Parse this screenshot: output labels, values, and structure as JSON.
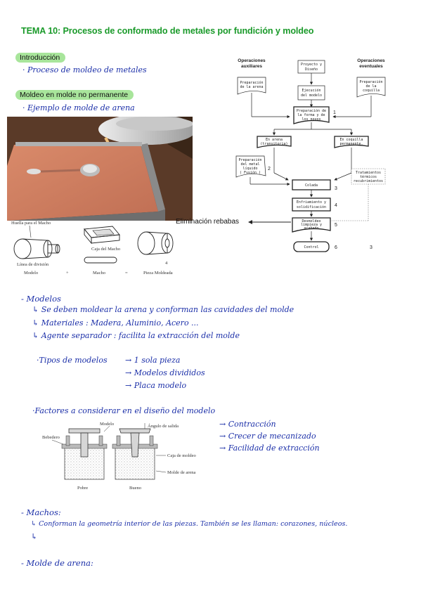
{
  "title": "TEMA 10: Procesos de conformado de metales por fundición y moldeo",
  "sections": {
    "intro_label": "Introducción",
    "intro_item": "· Proceso de moldeo de metales",
    "moldeo_label": "Moldeo en molde no permanente",
    "moldeo_item": "· Ejemplo de molde de arena"
  },
  "flowchart": {
    "header_left": [
      "Operaciones",
      "auxiliares"
    ],
    "header_right": [
      "Operaciones",
      "eventuales"
    ],
    "boxes": {
      "proyecto": [
        "Proyecto y",
        "Diseño"
      ],
      "prep_arena": [
        "Preparación",
        "de la arena"
      ],
      "ejecucion": [
        "Ejecución",
        "del modelo"
      ],
      "prep_coquilla": [
        "Preparación",
        "de la",
        "coquilla"
      ],
      "prep_forma": [
        "Preparación de",
        "la forma y de",
        "los noyos"
      ],
      "arena_trans": [
        "En arena",
        "(transitoria)"
      ],
      "coquilla_perm": [
        "En coquilla",
        "permanente."
      ],
      "prep_metal": [
        "Preparación",
        "del metal",
        "líquido",
        "( Fusión )"
      ],
      "tratamientos": [
        "Tratamientos",
        "térmicos",
        "recubrimientos"
      ],
      "colada": [
        "Colada"
      ],
      "enfriamiento": [
        "Enfriamiento y",
        "solidificación"
      ],
      "desmoldeo": [
        "Desmoldeo",
        "limpieza y",
        "acabado"
      ],
      "control": [
        "Control"
      ]
    },
    "numbers": [
      "1",
      "2",
      "3",
      "4",
      "5",
      "6",
      "3"
    ],
    "elimination_label": "Eliminación rebabas"
  },
  "core_figure": {
    "labels": {
      "huella": "Huella para el Macho",
      "caja": "Caja del Macho",
      "linea": "Línea de división",
      "modelo": "Modelo",
      "macho": "Macho",
      "pieza": "Pieza Moldeada",
      "plus": "+",
      "equals": "=",
      "fig_number": "4"
    }
  },
  "notes": {
    "modelos_title": "- Modelos",
    "modelos_lines": [
      "↳ Se deben moldear la arena y conforman las cavidades del molde",
      "↳ Materiales : Madera, Aluminio, Acero ...",
      "↳ Agente separador : facilita la extracción del molde"
    ],
    "tipos_label": "·Tipos de modelos",
    "tipos": [
      "→ 1 sola pieza",
      "→ Modelos divididos",
      "→ Placa modelo"
    ],
    "factores_label": "·Factores a considerar en el diseño del modelo",
    "factores": [
      "→ Contracción",
      "→ Crecer de mecanizado",
      "→ Facilidad de extracción"
    ],
    "machos_title": "- Machos:",
    "machos_lines": [
      "↳ Conforman la geometría interior de las piezas. También se les llaman: corazones, núcleos.",
      "↳"
    ],
    "molde_title": "- Molde de arena:"
  },
  "model_figure": {
    "labels": {
      "modelo": "Modelo",
      "angulo": "Ángulo de salida",
      "bebedero": "Bebedero",
      "caja": "Caja de moldeo",
      "molde_arena": "Molde de arena",
      "pobre": "Pobre",
      "bueno": "Bueno"
    }
  }
}
